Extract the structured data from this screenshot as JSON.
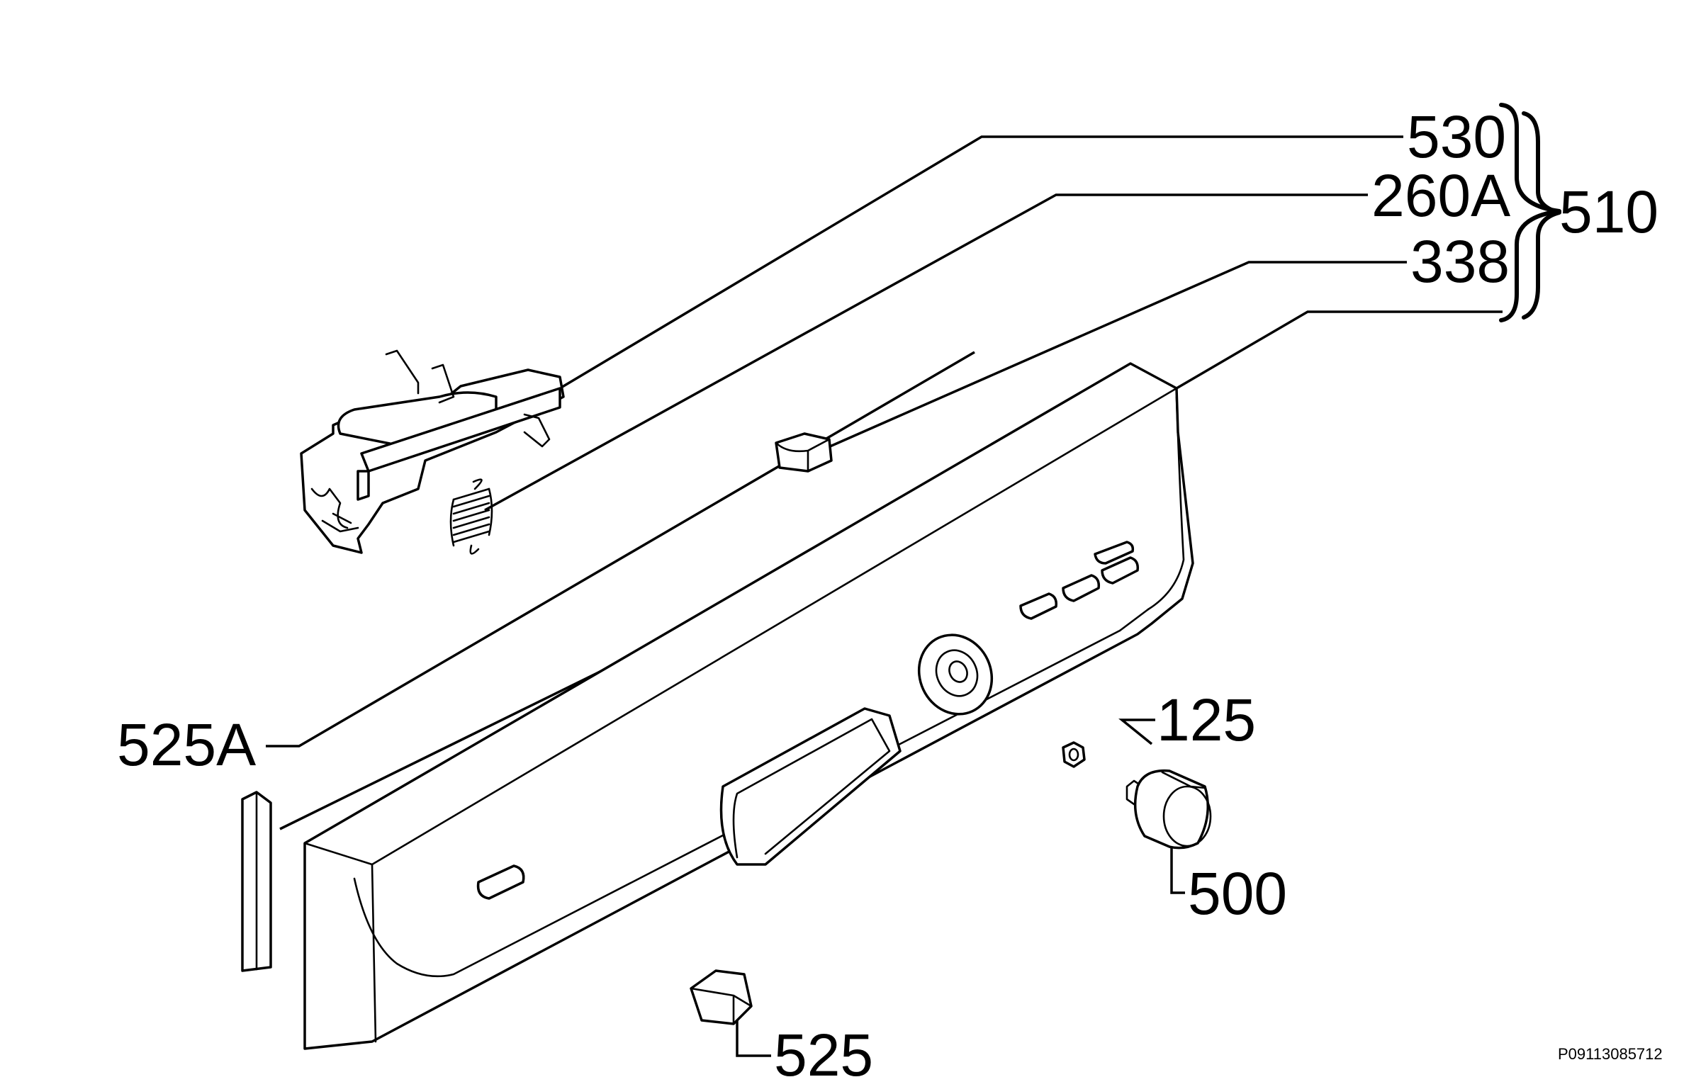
{
  "labels": {
    "p530": "530",
    "p260a": "260A",
    "p338": "338",
    "p510": "510",
    "p525a": "525A",
    "p125": "125",
    "p500": "500",
    "p525": "525"
  },
  "reference_code": "P09113085712",
  "colors": {
    "ink": "#000000",
    "paper": "#ffffff"
  }
}
